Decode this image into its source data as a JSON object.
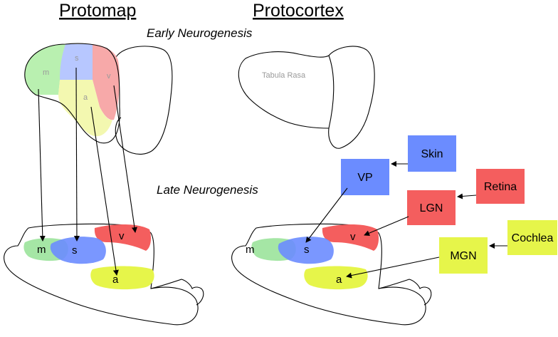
{
  "titles": {
    "left": "Protomap",
    "right": "Protocortex"
  },
  "stages": {
    "early": "Early Neurogenesis",
    "late": "Late Neurogenesis"
  },
  "tabula_rasa": "Tabula Rasa",
  "regions": {
    "motor": "m",
    "somatosensory": "s",
    "visual": "v",
    "auditory": "a"
  },
  "sources": {
    "skin": "Skin",
    "vp": "VP",
    "retina": "Retina",
    "lgn": "LGN",
    "cochlea": "Cochlea",
    "mgn": "MGN"
  },
  "colors": {
    "motor": "#8fe08f",
    "somatosensory": "#6b8cff",
    "visual": "#f45e5e",
    "auditory": "#e6f54a",
    "faint_motor": "#b9f0b0",
    "faint_somatosensory": "#b7c7ff",
    "faint_visual": "#f7a9a9",
    "faint_auditory": "#f3f8b0"
  }
}
